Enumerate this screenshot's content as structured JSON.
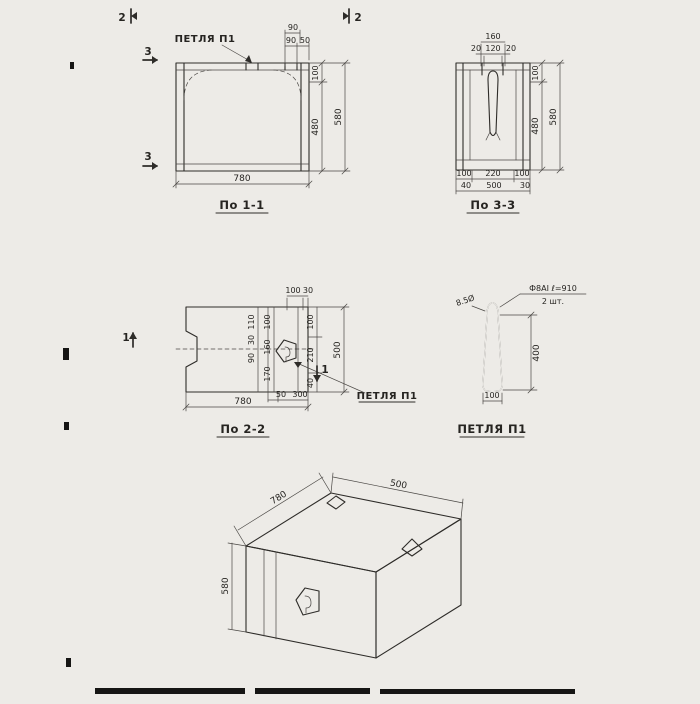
{
  "views": {
    "section_1_1": {
      "title": "По 1-1",
      "loop_callout": "ПЕТЛЯ П1",
      "marker_top": "2",
      "marker_side": "3",
      "dims": {
        "top1": "90",
        "top2a": "90",
        "top2b": "50",
        "right_upper": "100",
        "right_lower": "480",
        "right_overall": "580",
        "bottom_overall": "780"
      }
    },
    "section_3_3": {
      "title": "По 3-3",
      "dims": {
        "top_overall": "160",
        "top_a": "20",
        "top_b": "120",
        "top_c": "20",
        "right_upper": "100",
        "right_lower": "480",
        "right_overall": "580",
        "bottom_a": "100",
        "bottom_b": "220",
        "bottom_c": "100",
        "bottom2_a": "40",
        "bottom2_b": "500",
        "bottom2_c": "30"
      }
    },
    "section_2_2": {
      "title": "По 2-2",
      "loop_callout": "ПЕТЛЯ П1",
      "marker_side": "1",
      "dims": {
        "top_a": "100",
        "top_b": "30",
        "inner": [
          "110",
          "30",
          "90",
          "100",
          "160",
          "170"
        ],
        "right_a": "100",
        "right_b": "210",
        "right_c": "40",
        "right_overall": "500",
        "bottom_a": "50",
        "bottom_b": "300",
        "bottom_overall": "780"
      }
    },
    "loop_detail": {
      "title": "ПЕТЛЯ П1",
      "bar_spec": "Ф8АI ℓ=910",
      "quantity": "2 шт.",
      "bend_note": "8.5Ø",
      "dims": {
        "height": "400",
        "width": "100"
      }
    },
    "isometric": {
      "dims": {
        "length": "780",
        "depth": "500",
        "height": "580"
      }
    }
  }
}
